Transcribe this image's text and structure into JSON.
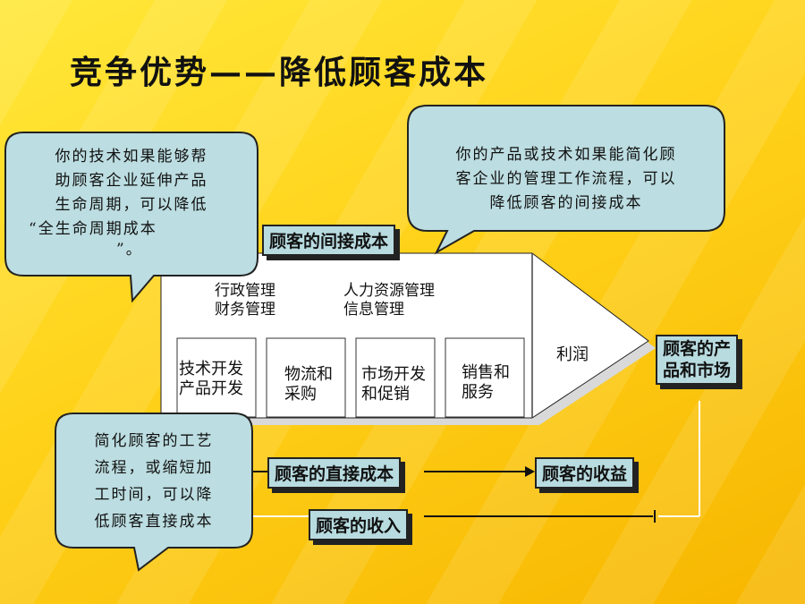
{
  "title": "竞争优势——降低顾客成本",
  "colors": {
    "background": "#ffd21a",
    "bubble": "#bcdde1",
    "label": "#b8dbe0",
    "arrow_fill": "#ffffff",
    "stroke": "#222222"
  },
  "bubbles": {
    "top_left": {
      "lines": [
        "你的技术如果能够帮",
        "助顾客企业延伸产品",
        "生命周期，可以降低",
        "“全生命周期成本",
        "”。"
      ]
    },
    "top_right": {
      "lines": [
        "你的产品或技术如果能简化顾",
        "客企业的管理工作流程，可以",
        "降低顾客的间接成本"
      ]
    },
    "bottom_left": {
      "lines": [
        "简化顾客的工艺",
        "流程，或缩短加",
        "工时间，可以降",
        "低顾客直接成本"
      ]
    }
  },
  "value_chain": {
    "support_activities": [
      "行政管理",
      "财务管理",
      "人力资源管理",
      "信息管理"
    ],
    "primary_activities": [
      {
        "line1": "技术开发",
        "line2": "产品开发"
      },
      {
        "line1": "物流和",
        "line2": "采购"
      },
      {
        "line1": "市场开发",
        "line2": "和促销"
      },
      {
        "line1": "销售和",
        "line2": "服务"
      }
    ],
    "profit_label": "利润"
  },
  "labels": {
    "indirect_cost": "顾客的间接成本",
    "products_markets_line1": "顾客的产",
    "products_markets_line2": "品和市场",
    "direct_cost": "顾客的直接成本",
    "benefit": "顾客的收益",
    "income": "顾客的收入"
  }
}
